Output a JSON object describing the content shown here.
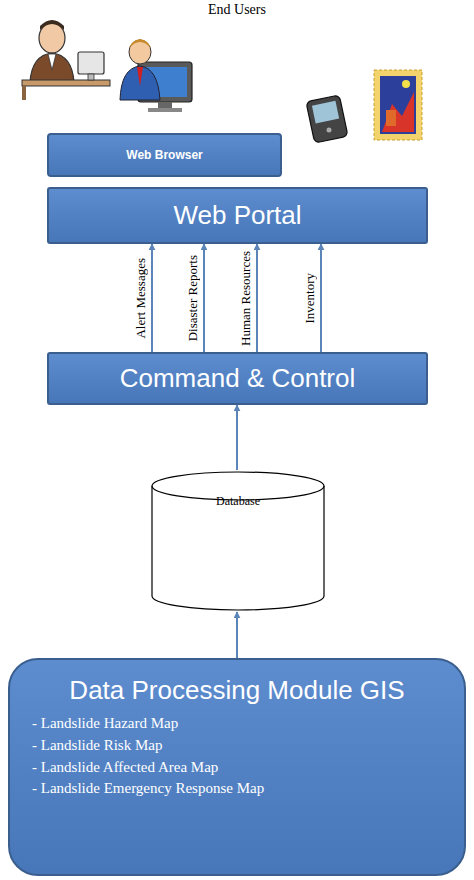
{
  "diagram": {
    "nodes": [
      {
        "text": [
          "Web Browser"
        ]
      },
      {
        "text": [
          "Web Portal"
        ]
      },
      {
        "text": [
          "Command & Control"
        ]
      },
      {
        "text": [
          "Database"
        ]
      },
      {
        "text": [
          "Data Processing Module GIS",
          "- Landslide Hazard Map",
          "- Landslide Risk Map",
          "- Landslide Affected Area Map",
          "- Landslide Emergency Response Map"
        ]
      }
    ],
    "edges": [
      {
        "from": 2,
        "to": 1,
        "label": "Alert Messages",
        "arrow": "to"
      },
      {
        "from": 2,
        "to": 1,
        "label": "Disaster Reports",
        "arrow": "to"
      },
      {
        "from": 2,
        "to": 1,
        "label": "Human Resources",
        "arrow": "to"
      },
      {
        "from": 2,
        "to": 1,
        "label": "Inventory",
        "arrow": "to"
      },
      {
        "from": 3,
        "to": 2,
        "arrow": "to"
      },
      {
        "from": 4,
        "to": 3,
        "arrow": "to"
      }
    ],
    "labels": [
      "End Users"
    ]
  }
}
